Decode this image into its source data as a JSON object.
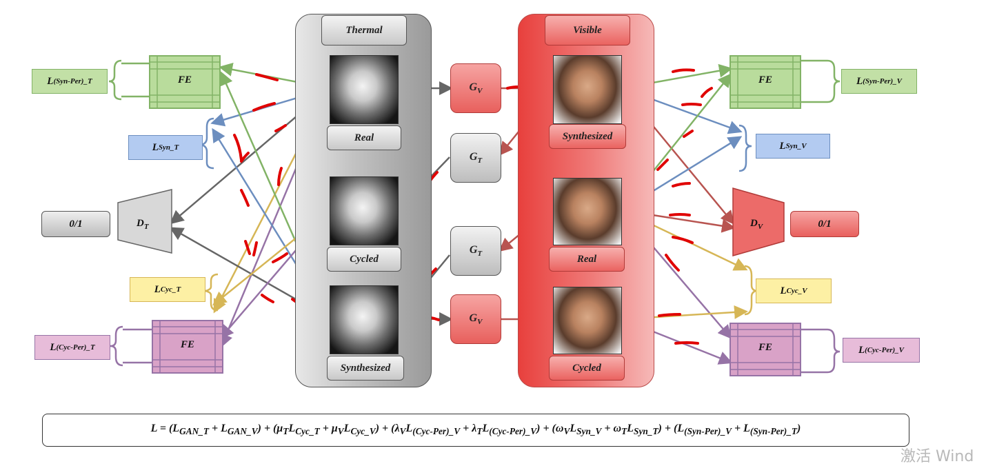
{
  "thermal": {
    "title": "Thermal",
    "real": "Real",
    "cycled": "Cycled",
    "synthesized": "Synthesized"
  },
  "visible": {
    "title": "Visible",
    "synthesized": "Synthesized",
    "real": "Real",
    "cycled": "Cycled"
  },
  "generators": {
    "gv_1": "G",
    "gv_1_sub": "V",
    "gt_1": "G",
    "gt_1_sub": "T",
    "gt_2": "G",
    "gt_2_sub": "T",
    "gv_2": "G",
    "gv_2_sub": "V"
  },
  "discriminators": {
    "dt": "D",
    "dt_sub": "T",
    "dv": "D",
    "dv_sub": "V",
    "out_t": "0/1",
    "out_v": "0/1"
  },
  "fe": {
    "left_top": "FE",
    "left_bottom": "FE",
    "right_top": "FE",
    "right_bottom": "FE"
  },
  "losses": {
    "syn_per_t": "L",
    "syn_per_t_sub": "(Syn-Per)_T",
    "syn_t": "L",
    "syn_t_sub": "Syn_T",
    "cyc_t": "L",
    "cyc_t_sub": "Cyc_T",
    "cyc_per_t": "L",
    "cyc_per_t_sub": "(Cyc-Per)_T",
    "syn_per_v": "L",
    "syn_per_v_sub": "(Syn-Per)_V",
    "syn_v": "L",
    "syn_v_sub": "Syn_V",
    "cyc_v": "L",
    "cyc_v_sub": "Cyc_V",
    "cyc_per_v": "L",
    "cyc_per_v_sub": "(Cyc-Per)_V"
  },
  "formula": "L = (L<sub>GAN_T</sub> + L<sub>GAN_V</sub>) + (μ<sub>T</sub>L<sub>Cyc_T</sub> + μ<sub>V</sub>L<sub>Cyc_V</sub>) + (λ<sub>V</sub>L<sub>(Cyc-Per)_V</sub> + λ<sub>T</sub>L<sub>(Cyc-Per)_V</sub>) + (ω<sub>V</sub>L<sub>Syn_V</sub> + ω<sub>T</sub>L<sub>Syn_T</sub>) + (L<sub>(Syn-Per)_V</sub> + L<sub>(Syn-Per)_T</sub>)",
  "watermark": "激活 Wind",
  "colors": {
    "green": "#82b366",
    "blue": "#6c8ebf",
    "yellow": "#d6b656",
    "purple": "#9673a6",
    "grey": "#666666",
    "red": "#b85450"
  }
}
